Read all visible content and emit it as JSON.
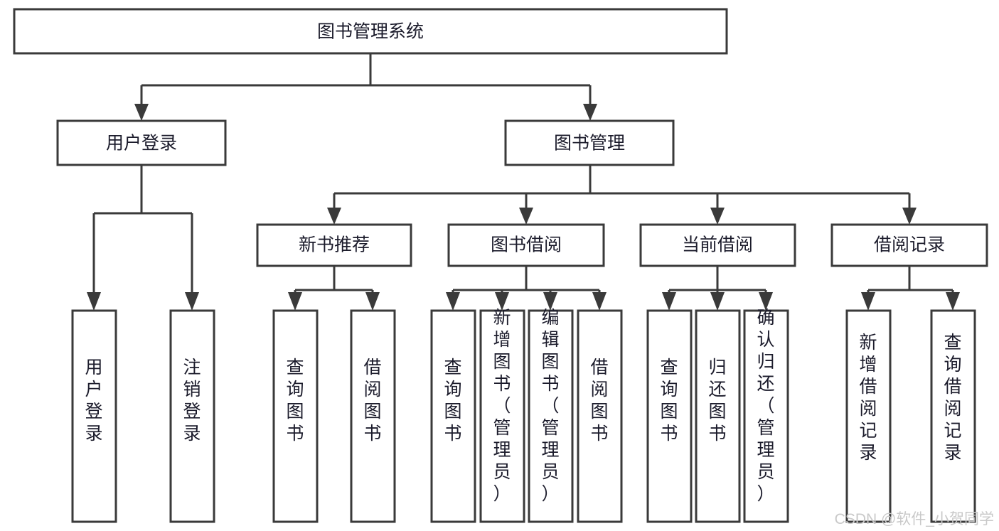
{
  "diagram": {
    "title": "图书管理系统",
    "type": "hierarchy-tree",
    "levels": 4,
    "root": {
      "id": "root",
      "label": "图书管理系统",
      "orientation": "horizontal"
    },
    "level2": [
      {
        "id": "user-login",
        "label": "用户登录",
        "orientation": "horizontal"
      },
      {
        "id": "book-management",
        "label": "图书管理",
        "orientation": "horizontal"
      }
    ],
    "level3": [
      {
        "id": "new-book-recommend",
        "label": "新书推荐",
        "orientation": "horizontal",
        "parent": "book-management"
      },
      {
        "id": "book-borrow",
        "label": "图书借阅",
        "orientation": "horizontal",
        "parent": "book-management"
      },
      {
        "id": "current-borrow",
        "label": "当前借阅",
        "orientation": "horizontal",
        "parent": "book-management"
      },
      {
        "id": "borrow-record",
        "label": "借阅记录",
        "orientation": "horizontal",
        "parent": "book-management"
      }
    ],
    "leaves": [
      {
        "id": "leaf-user-login",
        "label": "用户登录",
        "orientation": "vertical",
        "parent": "user-login"
      },
      {
        "id": "leaf-user-logout",
        "label": "注销登录",
        "orientation": "vertical",
        "parent": "user-login"
      },
      {
        "id": "leaf-query-book-1",
        "label": "查询图书",
        "orientation": "vertical",
        "parent": "new-book-recommend"
      },
      {
        "id": "leaf-borrow-book-1",
        "label": "借阅图书",
        "orientation": "vertical",
        "parent": "new-book-recommend"
      },
      {
        "id": "leaf-query-book-2",
        "label": "查询图书",
        "orientation": "vertical",
        "parent": "book-borrow"
      },
      {
        "id": "leaf-add-book",
        "label": "新增图书（管理员）",
        "orientation": "vertical",
        "parent": "book-borrow"
      },
      {
        "id": "leaf-edit-book",
        "label": "编辑图书（管理员）",
        "orientation": "vertical",
        "parent": "book-borrow"
      },
      {
        "id": "leaf-borrow-book-2",
        "label": "借阅图书",
        "orientation": "vertical",
        "parent": "book-borrow"
      },
      {
        "id": "leaf-query-book-3",
        "label": "查询图书",
        "orientation": "vertical",
        "parent": "current-borrow"
      },
      {
        "id": "leaf-return-book",
        "label": "归还图书",
        "orientation": "vertical",
        "parent": "current-borrow"
      },
      {
        "id": "leaf-confirm-return",
        "label": "确认归还（管理员）",
        "orientation": "vertical",
        "parent": "current-borrow"
      },
      {
        "id": "leaf-add-record",
        "label": "新增借阅记录",
        "orientation": "vertical",
        "parent": "borrow-record"
      },
      {
        "id": "leaf-query-record",
        "label": "查询借阅记录",
        "orientation": "vertical",
        "parent": "borrow-record"
      }
    ]
  },
  "watermark": {
    "text": "CSDN @软件_小贺同学"
  },
  "colors": {
    "box_stroke": "#3a3a3a",
    "box_fill": "#ffffff",
    "text": "#1b1b2b",
    "background": "#ffffff",
    "watermark": "#c9c9c9"
  }
}
